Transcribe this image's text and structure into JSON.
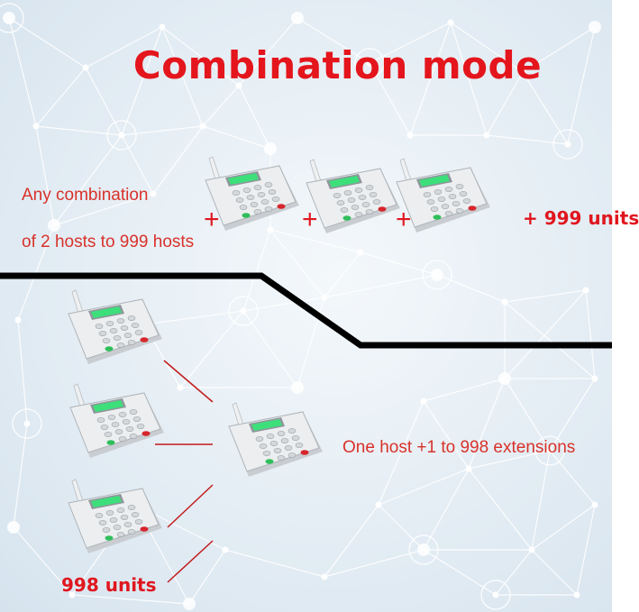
{
  "title": "Combination mode",
  "top_section": {
    "line1": "Any combination",
    "line2": "of 2 hosts to 999 hosts",
    "plus_sign": "+",
    "units_label": "+ 999 units"
  },
  "bottom_section": {
    "extensions_label": "One host +1 to 998 extensions",
    "units_label": "998 units"
  },
  "colors": {
    "accent_red": "#e4151c",
    "divider": "#000000",
    "device_body": "#e6e8ea",
    "device_screen": "#3ddf7a"
  },
  "icons": [
    "wireless-pager-host-icon"
  ]
}
